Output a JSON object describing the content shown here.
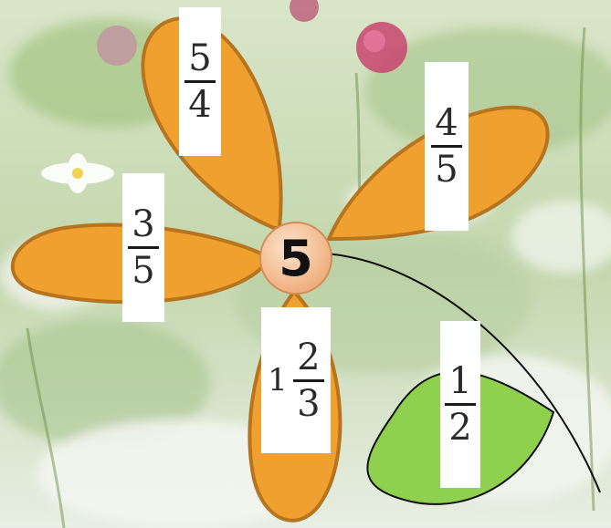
{
  "center": {
    "value": "5"
  },
  "petals": [
    {
      "id": "top-left",
      "numerator": "5",
      "denominator": "4"
    },
    {
      "id": "right",
      "numerator": "4",
      "denominator": "5"
    },
    {
      "id": "left",
      "numerator": "3",
      "denominator": "5"
    },
    {
      "id": "bottom",
      "whole": "1",
      "numerator": "2",
      "denominator": "3"
    }
  ],
  "leaf": {
    "numerator": "1",
    "denominator": "2"
  },
  "colors": {
    "petal": "#EFA02E",
    "petal_border": "#B7741F",
    "leaf": "#8FD14F",
    "center": "#F2B98B"
  }
}
